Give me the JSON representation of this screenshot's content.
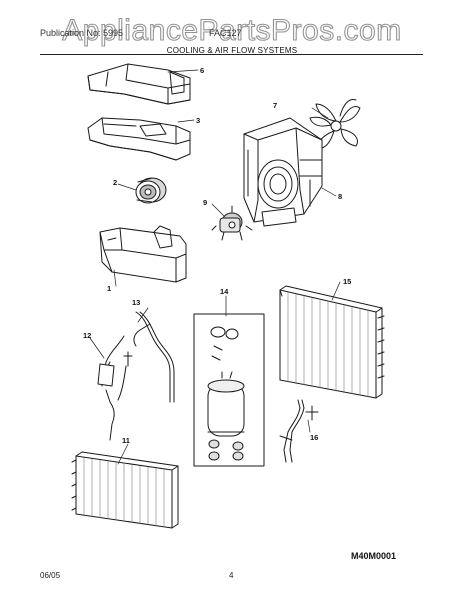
{
  "watermark": "AppliancePartsPros.com",
  "header": {
    "left": "Publication No: 5995",
    "right": "FAC127",
    "section_title": "COOLING & AIR FLOW SYSTEMS"
  },
  "callouts": {
    "c1": "1",
    "c2": "2",
    "c3": "3",
    "c6": "6",
    "c7": "7",
    "c8": "8",
    "c9": "9",
    "c11": "11",
    "c12": "12",
    "c13": "13",
    "c14": "14",
    "c15": "15",
    "c16": "16"
  },
  "footer": {
    "date": "06/05",
    "page": "4",
    "figure_code": "M40M0001"
  }
}
